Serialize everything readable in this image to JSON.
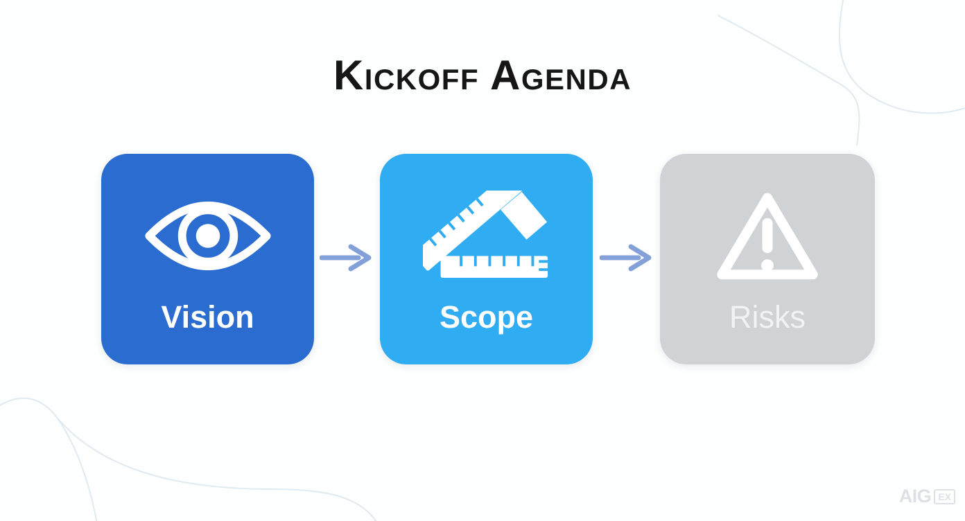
{
  "title": "Kickoff Agenda",
  "steps": [
    {
      "label": "Vision",
      "icon": "eye-icon",
      "bg": "#2b6cd1",
      "label_color": "#ffffff"
    },
    {
      "label": "Scope",
      "icon": "ruler-set-square-icon",
      "bg": "#30acf2",
      "label_color": "#ffffff"
    },
    {
      "label": "Risks",
      "icon": "warning-triangle-icon",
      "bg": "#d0d3d6",
      "label_color": "#f0f2f4"
    }
  ],
  "connectors": {
    "count": 2,
    "direction": "right",
    "color": "#84a0d9"
  },
  "decor": {
    "curve_color": "#d9e6ef"
  },
  "watermark": {
    "text": "AIG",
    "badge": "EX"
  }
}
